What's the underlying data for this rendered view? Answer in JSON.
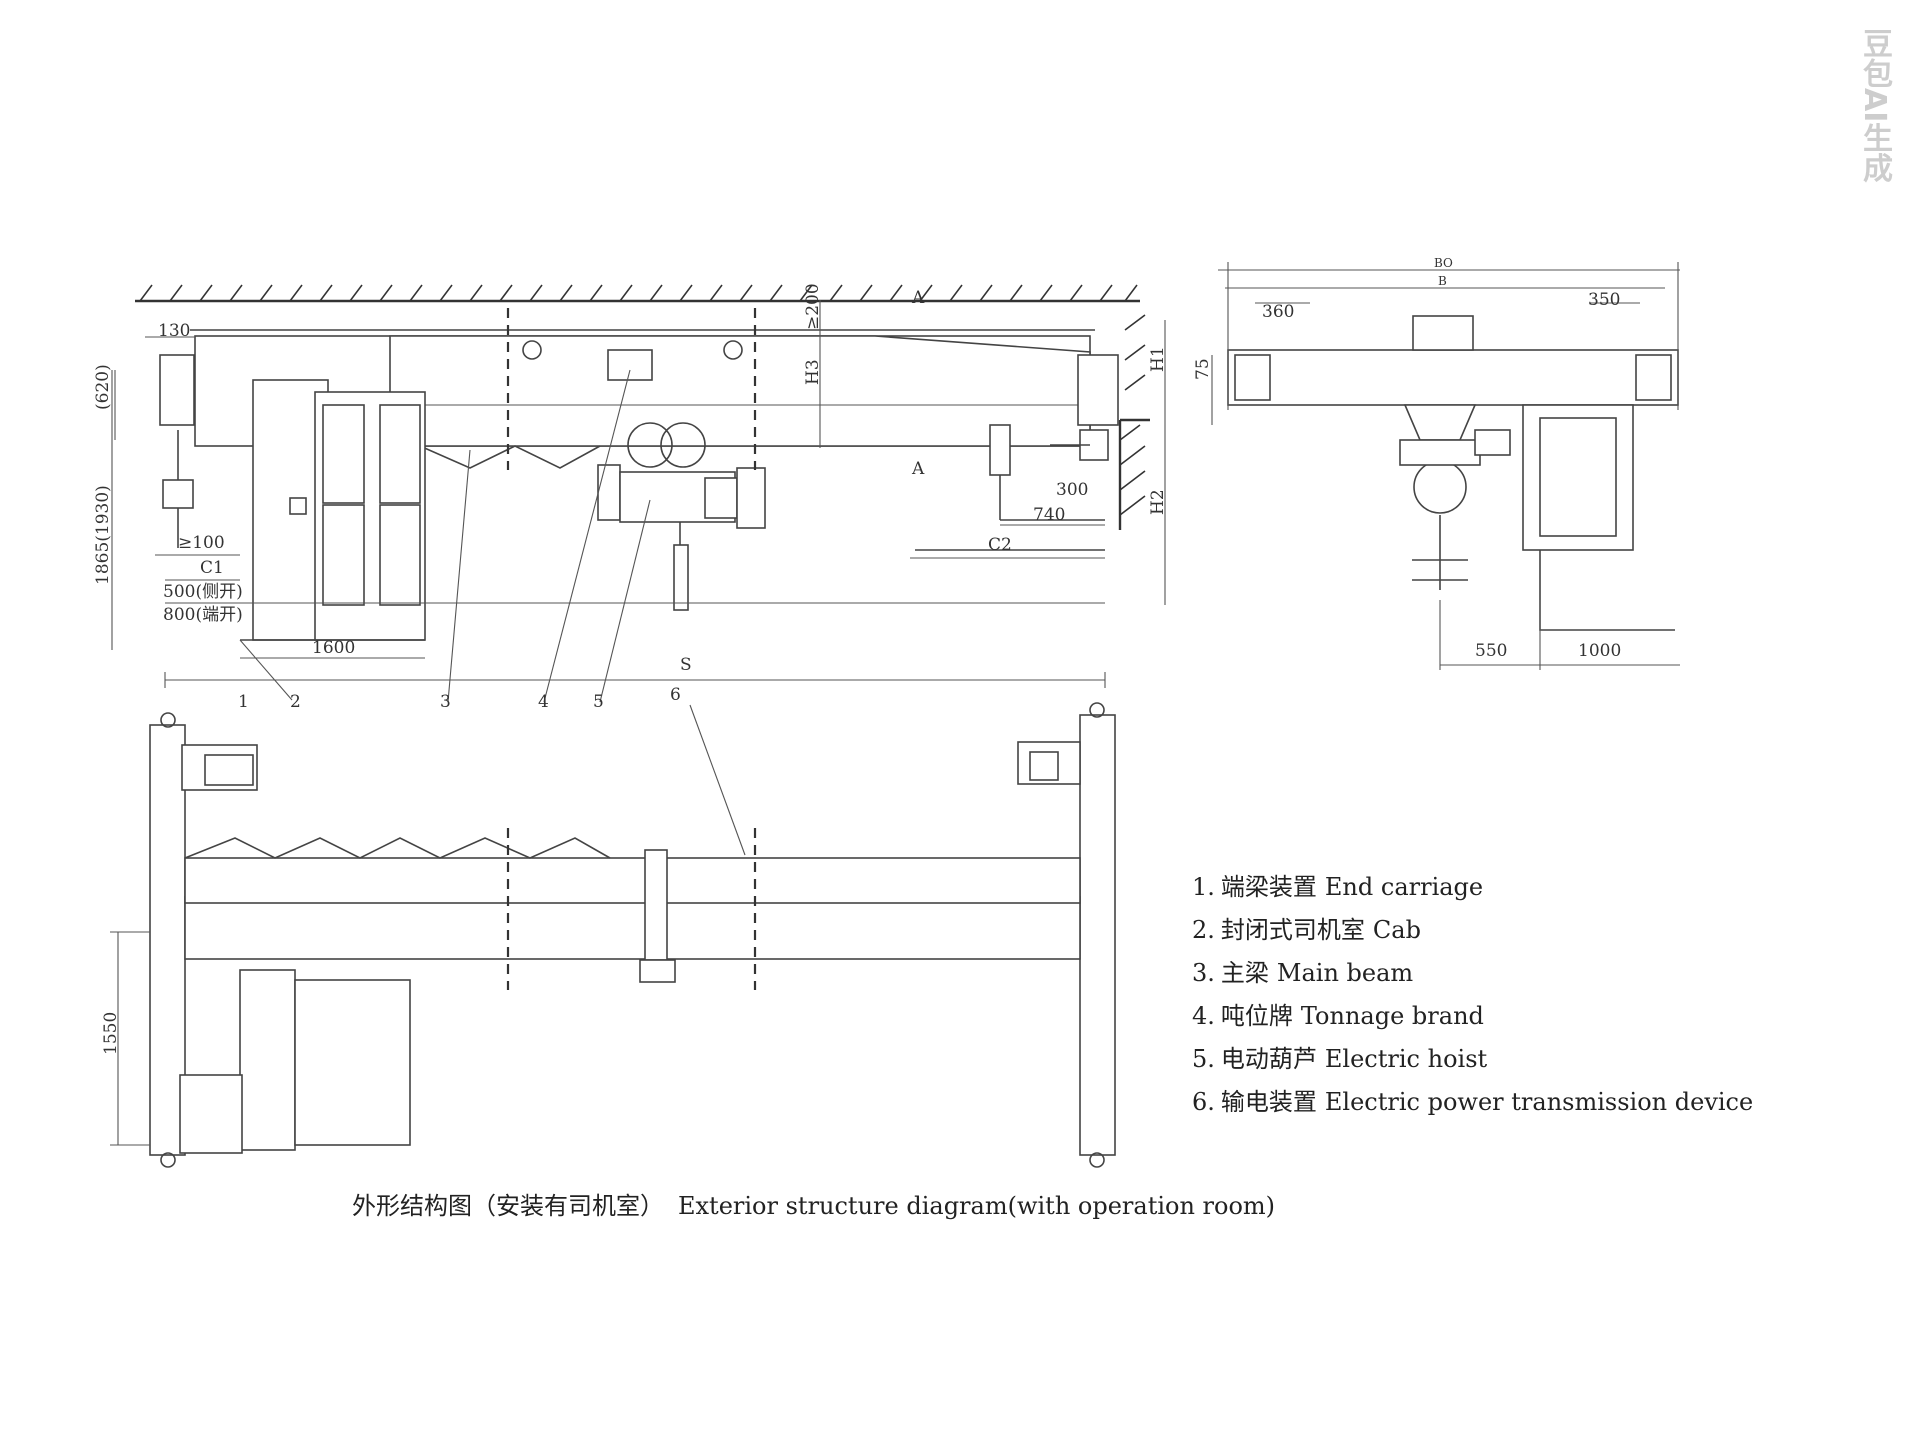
{
  "watermark": "豆包AI生成",
  "labels": {
    "dim_130": "130",
    "dim_620": "(620)",
    "dim_1865": "1865(1930)",
    "dim_ge100": "≥100",
    "dim_c1": "C1",
    "dim_500": "500(侧开)",
    "dim_800": "800(端开)",
    "dim_1600": "1600",
    "dim_s": "S",
    "dim_ge200": "≥200",
    "dim_h3": "H3",
    "dim_h1": "H1",
    "dim_h2": "H2",
    "dim_300": "300",
    "dim_740": "740",
    "dim_c2": "C2",
    "dim_1550": "1550",
    "section_a_top": "A",
    "section_a_bottom": "A",
    "side_bo": "BO",
    "side_b": "B",
    "side_360": "360",
    "side_350": "350",
    "side_75": "75",
    "side_550": "550",
    "side_1000": "1000",
    "callout_1": "1",
    "callout_2": "2",
    "callout_3": "3",
    "callout_4": "4",
    "callout_5": "5",
    "callout_6": "6"
  },
  "legend": [
    {
      "num": "1.",
      "zh": "端梁装置",
      "en": "End carriage"
    },
    {
      "num": "2.",
      "zh": "封闭式司机室",
      "en": "Cab"
    },
    {
      "num": "3.",
      "zh": "主梁",
      "en": "Main beam"
    },
    {
      "num": "4.",
      "zh": "吨位牌",
      "en": "Tonnage brand"
    },
    {
      "num": "5.",
      "zh": "电动葫芦",
      "en": "Electric hoist"
    },
    {
      "num": "6.",
      "zh": "输电装置",
      "en": "Electric power transmission device"
    }
  ],
  "caption": {
    "zh": "外形结构图（安装有司机室）",
    "en": "Exterior structure diagram(with operation room)"
  }
}
